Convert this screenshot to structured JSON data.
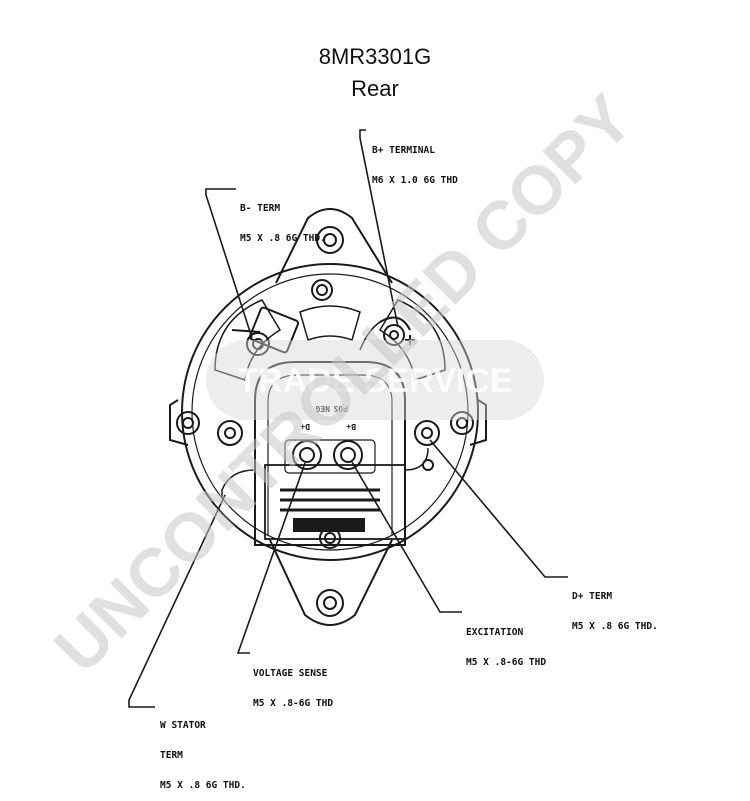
{
  "header": {
    "part_number": "8MR3301G",
    "view": "Rear"
  },
  "callouts": {
    "b_plus": {
      "line1": "B+ TERMINAL",
      "line2": "M6 X 1.0 6G THD"
    },
    "b_minus": {
      "line1": "B- TERM",
      "line2": "M5 X .8 6G THD."
    },
    "d_plus": {
      "line1": "D+ TERM",
      "line2": "M5 X .8 6G THD."
    },
    "excitation": {
      "line1": "EXCITATION",
      "line2": "M5 X .8-6G THD"
    },
    "voltage_sense": {
      "line1": "VOLTAGE SENSE",
      "line2": "M5 X .8-6G THD"
    },
    "w_stator": {
      "line1": "W STATOR",
      "line2": "TERM",
      "line3": "M5 X .8 6G THD."
    }
  },
  "housing_markings": {
    "pos_label": "POS",
    "neg_label": "NEG",
    "d_label": "D+",
    "b_label": "B+"
  },
  "watermarks": {
    "diagonal": "UNCONTROLLED COPY",
    "center": "TRADE SERVICE"
  },
  "colors": {
    "line": "#1a1a1a",
    "watermark": "#d0d0d0",
    "background": "#ffffff"
  }
}
